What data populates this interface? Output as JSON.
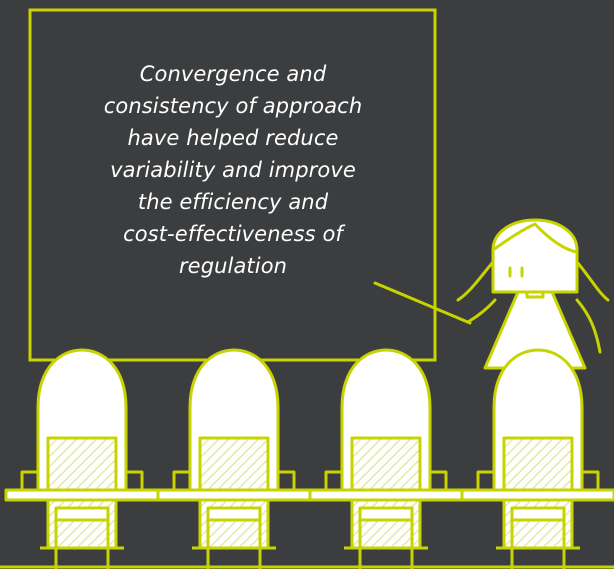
{
  "quote": {
    "lines": [
      "Convergence and",
      "consistency of approach",
      "have helped reduce",
      "variability and improve",
      "the efficiency and",
      "cost-effectiveness of",
      "regulation"
    ]
  },
  "colors": {
    "background": "#3b3d3f",
    "accent": "#c8d400",
    "figure_fill": "#ffffff",
    "board_fill": "#3b3d3f",
    "text": "#ffffff"
  },
  "audience": {
    "count": 4
  }
}
